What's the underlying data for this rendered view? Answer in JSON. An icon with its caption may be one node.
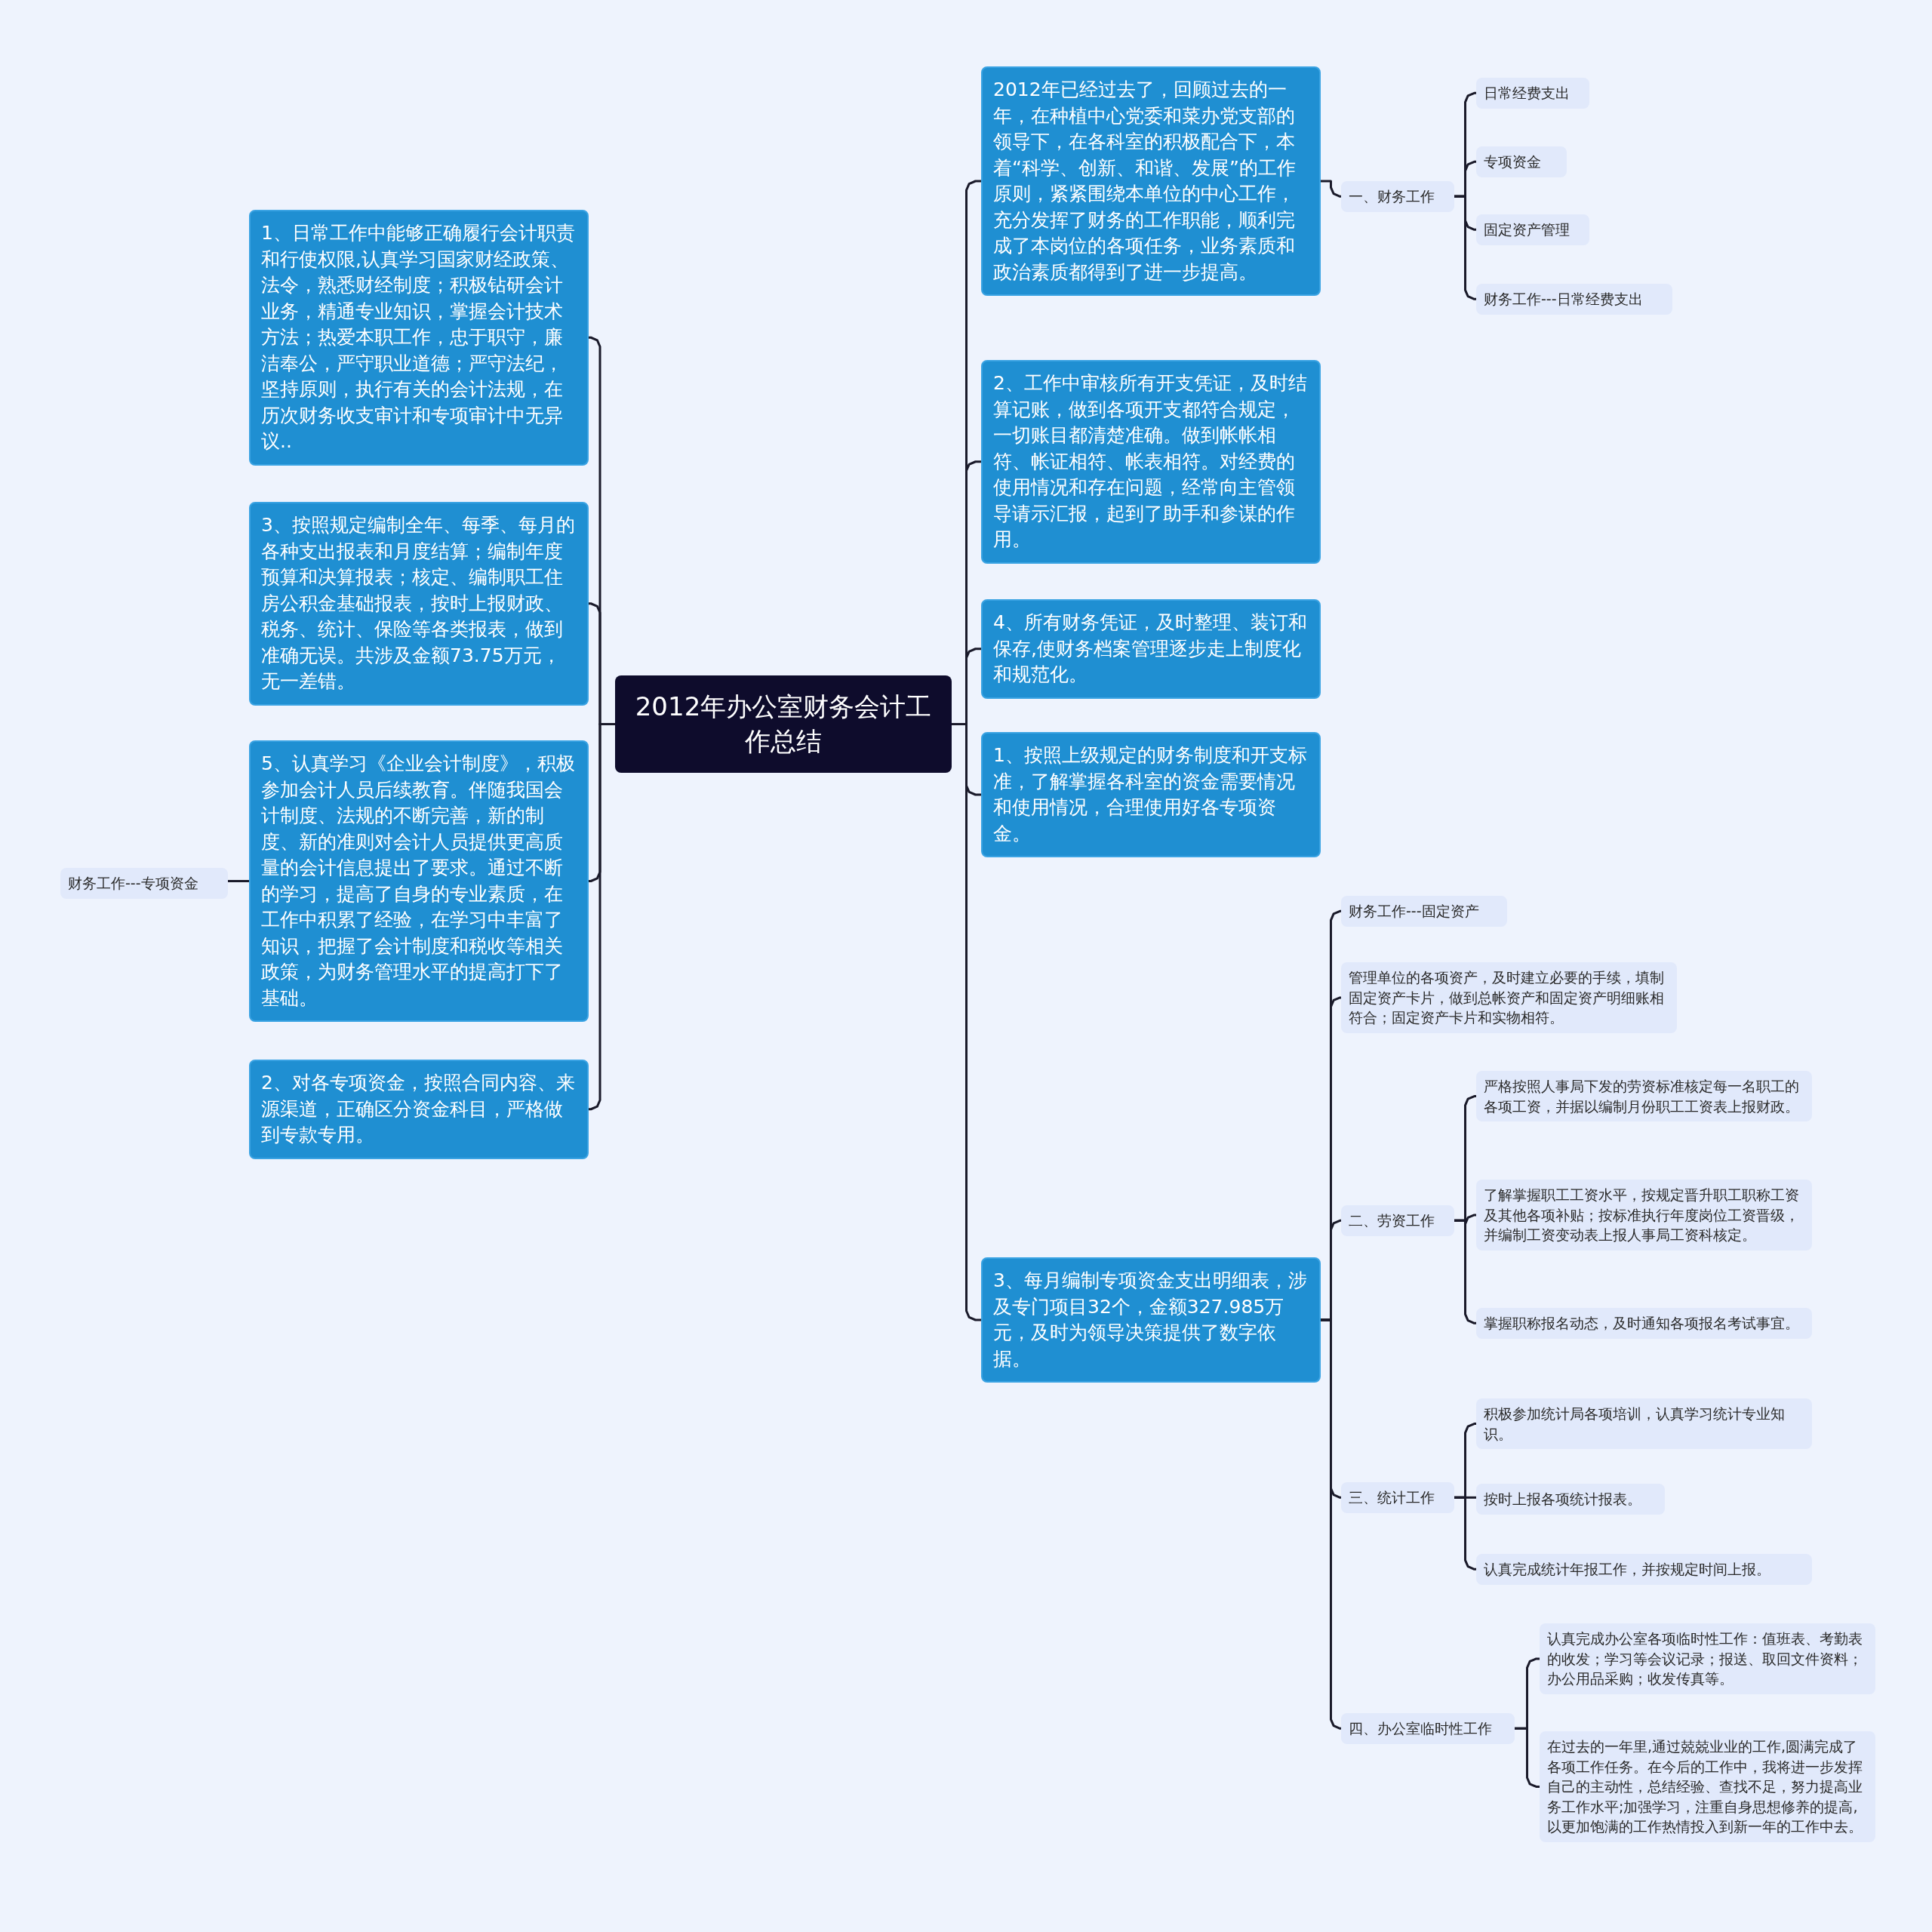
{
  "diagram": {
    "nodes": [
      {
        "text": [
          "2012年办公室财务会计工作总结"
        ]
      },
      {
        "text": [
          "2012年已经过去了，回顾过去的一年，在种植中心党委和菜办党支部的领导下，在各科室的积极配合下，本着“科学、创新、和谐、发展”的工作原则，紧紧围绕本单位的中心工作，充分发挥了财务的工作职能，顺利完成了本岗位的各项任务，业务素质和政治素质都得到了进一步提高。"
        ]
      },
      {
        "text": [
          "一、财务工作"
        ]
      },
      {
        "text": [
          "日常经费支出"
        ]
      },
      {
        "text": [
          "专项资金"
        ]
      },
      {
        "text": [
          "固定资产管理"
        ]
      },
      {
        "text": [
          "财务工作---日常经费支出"
        ]
      },
      {
        "text": [
          "2、工作中审核所有开支凭证，及时结算记账，做到各项开支都符合规定，一切账目都清楚准确。做到帐帐相符、帐证相符、帐表相符。对经费的使用情况和存在问题，经常向主管领导请示汇报，起到了助手和参谋的作用。"
        ]
      },
      {
        "text": [
          "4、所有财务凭证，及时整理、装订和保存,使财务档案管理逐步走上制度化和规范化。"
        ]
      },
      {
        "text": [
          "1、按照上级规定的财务制度和开支标准，了解掌握各科室的资金需要情况和使用情况，合理使用好各专项资金。"
        ]
      },
      {
        "text": [
          "3、每月编制专项资金支出明细表，涉及专门项目32个，金额327.985万元，及时为领导决策提供了数字依据。"
        ]
      },
      {
        "text": [
          "财务工作---固定资产"
        ]
      },
      {
        "text": [
          "管理单位的各项资产，及时建立必要的手续，填制固定资产卡片，做到总帐资产和固定资产明细账相符合；固定资产卡片和实物相符。"
        ]
      },
      {
        "text": [
          "二、劳资工作"
        ]
      },
      {
        "text": [
          "严格按照人事局下发的劳资标准核定每一名职工的各项工资，并据以编制月份职工工资表上报财政。"
        ]
      },
      {
        "text": [
          "了解掌握职工工资水平，按规定晋升职工职称工资及其他各项补贴；按标准执行年度岗位工资晋级，并编制工资变动表上报人事局工资科核定。"
        ]
      },
      {
        "text": [
          "掌握职称报名动态，及时通知各项报名考试事宜。"
        ]
      },
      {
        "text": [
          "三、统计工作"
        ]
      },
      {
        "text": [
          "积极参加统计局各项培训，认真学习统计专业知识。"
        ]
      },
      {
        "text": [
          "按时上报各项统计报表。"
        ]
      },
      {
        "text": [
          "认真完成统计年报工作，并按规定时间上报。"
        ]
      },
      {
        "text": [
          "四、办公室临时性工作"
        ]
      },
      {
        "text": [
          "认真完成办公室各项临时性工作：值班表、考勤表的收发；学习等会议记录；报送、取回文件资料；办公用品采购；收发传真等。"
        ]
      },
      {
        "text": [
          "在过去的一年里,通过兢兢业业的工作,圆满完成了各项工作任务。在今后的工作中，我将进一步发挥自己的主动性，总结经验、查找不足，努力提高业务工作水平;加强学习，注重自身思想修养的提高,以更加饱满的工作热情投入到新一年的工作中去。"
        ]
      },
      {
        "text": [
          "1、日常工作中能够正确履行会计职责和行使权限,认真学习国家财经政策、法令，熟悉财经制度；积极钻研会计业务，精通专业知识，掌握会计技术方法；热爱本职工作，忠于职守，廉洁奉公，严守职业道德；严守法纪，坚持原则，执行有关的会计法规，在历次财务收支审计和专项审计中无异议.."
        ]
      },
      {
        "text": [
          "3、按照规定编制全年、每季、每月的各种支出报表和月度结算；编制年度预算和决算报表；核定、编制职工住房公积金基础报表，按时上报财政、税务、统计、保险等各类报表，做到准确无误。共涉及金额73.75万元，无一差错。"
        ]
      },
      {
        "text": [
          "5、认真学习《企业会计制度》，积极参加会计人员后续教育。伴随我国会计制度、法规的不断完善，新的制度、新的准则对会计人员提供更高质量的会计信息提出了要求。通过不断的学习，提高了自身的专业素质，在工作中积累了经验，在学习中丰富了知识，把握了会计制度和税收等相关政策，为财务管理水平的提高打下了基础。"
        ]
      },
      {
        "text": [
          "财务工作---专项资金"
        ]
      },
      {
        "text": [
          "2、对各专项资金，按照合同内容、来源渠道，正确区分资金科目，严格做到专款专用。"
        ]
      }
    ],
    "edges": [
      {
        "from": 0,
        "to": 1,
        "arrow": "none"
      },
      {
        "from": 1,
        "to": 2,
        "arrow": "none"
      },
      {
        "from": 2,
        "to": 3,
        "arrow": "none"
      },
      {
        "from": 2,
        "to": 4,
        "arrow": "none"
      },
      {
        "from": 2,
        "to": 5,
        "arrow": "none"
      },
      {
        "from": 2,
        "to": 6,
        "arrow": "none"
      },
      {
        "from": 0,
        "to": 7,
        "arrow": "none"
      },
      {
        "from": 0,
        "to": 8,
        "arrow": "none"
      },
      {
        "from": 0,
        "to": 9,
        "arrow": "none"
      },
      {
        "from": 0,
        "to": 10,
        "arrow": "none"
      },
      {
        "from": 10,
        "to": 11,
        "arrow": "none"
      },
      {
        "from": 10,
        "to": 12,
        "arrow": "none"
      },
      {
        "from": 10,
        "to": 13,
        "arrow": "none"
      },
      {
        "from": 13,
        "to": 14,
        "arrow": "none"
      },
      {
        "from": 13,
        "to": 15,
        "arrow": "none"
      },
      {
        "from": 13,
        "to": 16,
        "arrow": "none"
      },
      {
        "from": 10,
        "to": 17,
        "arrow": "none"
      },
      {
        "from": 17,
        "to": 18,
        "arrow": "none"
      },
      {
        "from": 17,
        "to": 19,
        "arrow": "none"
      },
      {
        "from": 17,
        "to": 20,
        "arrow": "none"
      },
      {
        "from": 10,
        "to": 21,
        "arrow": "none"
      },
      {
        "from": 21,
        "to": 22,
        "arrow": "none"
      },
      {
        "from": 21,
        "to": 23,
        "arrow": "none"
      },
      {
        "from": 0,
        "to": 24,
        "arrow": "none"
      },
      {
        "from": 0,
        "to": 25,
        "arrow": "none"
      },
      {
        "from": 0,
        "to": 26,
        "arrow": "none"
      },
      {
        "from": 26,
        "to": 27,
        "arrow": "none"
      },
      {
        "from": 0,
        "to": 28,
        "arrow": "none"
      }
    ]
  }
}
